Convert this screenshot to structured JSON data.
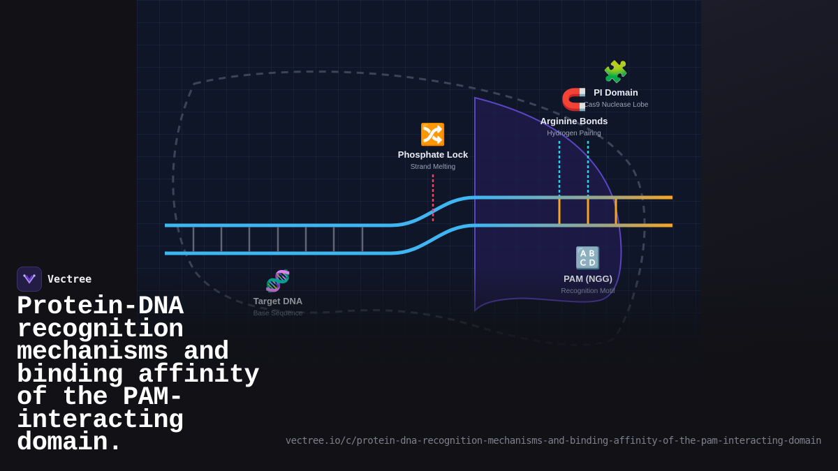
{
  "brand": {
    "name": "Vectree",
    "logo_icon": "dna-helix-logo-icon",
    "accent": "#8b5cf6"
  },
  "title": "Protein-DNA recognition mechanisms and binding affinity of the PAM-interacting domain.",
  "url": "vectree.io/c/protein-dna-recognition-mechanisms-and-binding-affinity-of-the-pam-interacting-domain",
  "colors": {
    "strand": "#3fb6f2",
    "pam_rungs": "#f5a623",
    "hydrogen_bond": "#22d3ee",
    "phosphate_lock": "#f43f5e",
    "protein_fill": "#1e1b4b",
    "protein_edge": "#5b45c4",
    "boundary": "#3a4558"
  },
  "nodes": {
    "pi_domain": {
      "icon": "🧩",
      "icon_name": "puzzle-icon",
      "label": "PI Domain",
      "sub": "Cas9 Nuclease Lobe"
    },
    "arginine": {
      "icon": "🧲",
      "icon_name": "magnet-icon",
      "label": "Arginine Bonds",
      "sub": "Hydrogen Pairing"
    },
    "phosphate": {
      "icon": "🔀",
      "icon_name": "shuffle-icon",
      "label": "Phosphate Lock",
      "sub": "Strand Melting"
    },
    "target_dna": {
      "icon": "🧬",
      "icon_name": "dna-icon",
      "label": "Target DNA",
      "sub": "Base Sequence"
    },
    "pam": {
      "icon": "🔠",
      "icon_name": "abcd-icon",
      "label": "PAM (NGG)",
      "sub": "Recognition Motif"
    }
  }
}
